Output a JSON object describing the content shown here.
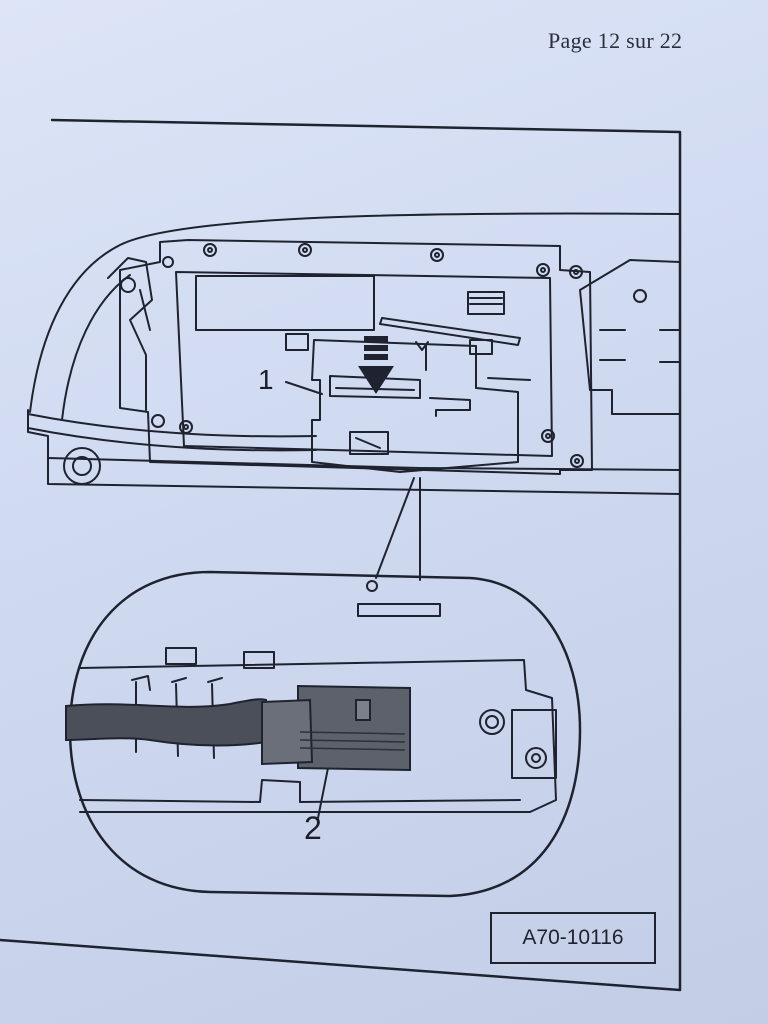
{
  "page": {
    "number_text": "Page 12 sur 22"
  },
  "figure": {
    "callouts": [
      "1",
      "2"
    ],
    "reference": "A70-10116",
    "icons": [
      "down-arrow-icon"
    ],
    "colors": {
      "paper": "#d3dcf1",
      "line": "#1f2330",
      "connector_fill": "#555963",
      "cable_fill": "#4b4f59"
    }
  }
}
